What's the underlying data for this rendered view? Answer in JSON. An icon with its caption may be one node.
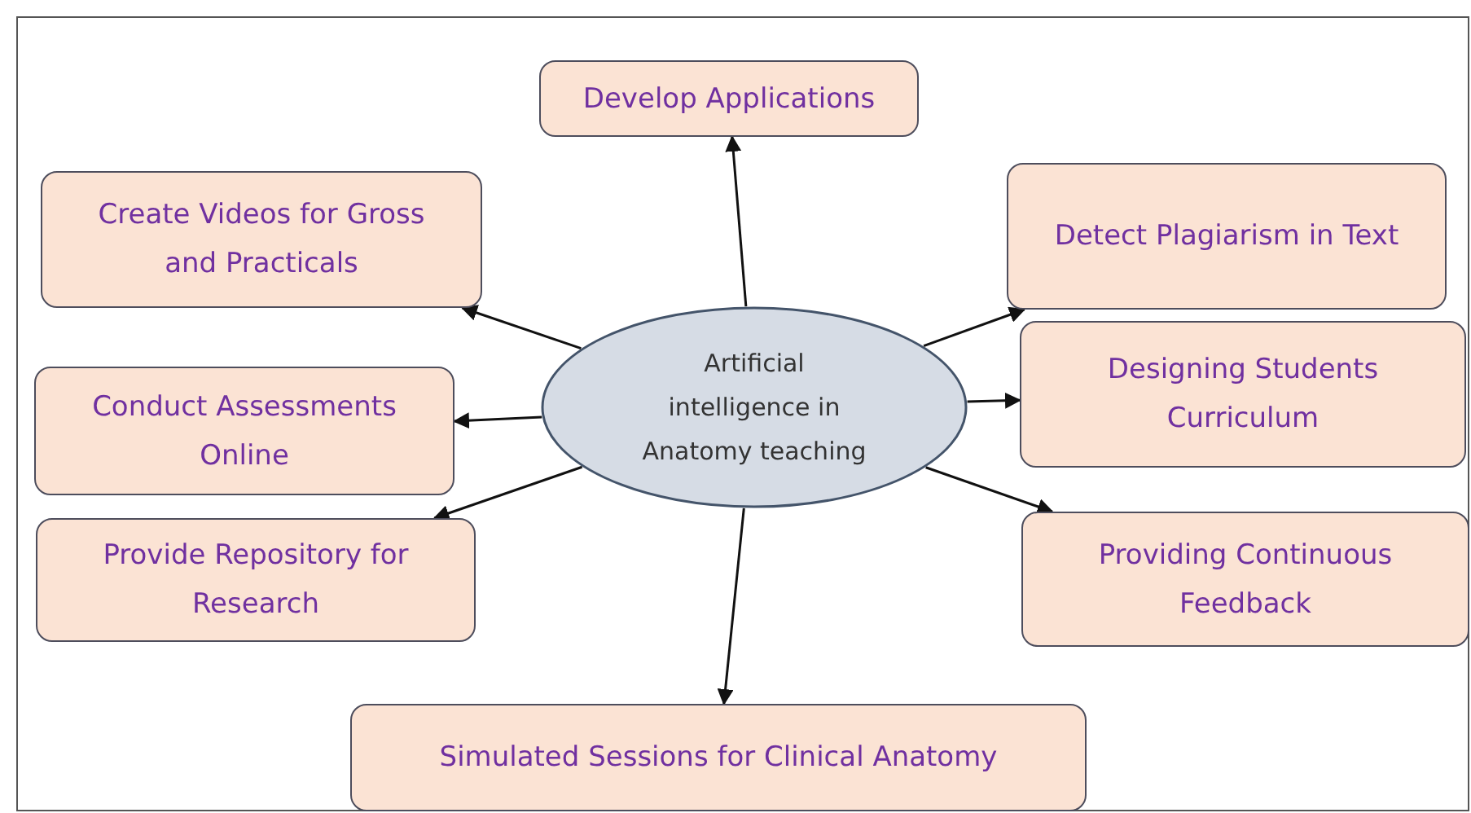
{
  "diagram": {
    "nodes": [
      {
        "text": [
          "Artificial intelligence in Anatomy teaching"
        ]
      },
      {
        "text": [
          "Develop Applications"
        ]
      },
      {
        "text": [
          "Create Videos for Gross and Practicals"
        ]
      },
      {
        "text": [
          "Detect Plagiarism in Text"
        ]
      },
      {
        "text": [
          "Conduct Assessments Online"
        ]
      },
      {
        "text": [
          "Designing Students Curriculum"
        ]
      },
      {
        "text": [
          "Provide Repository for Research"
        ]
      },
      {
        "text": [
          "Providing Continuous Feedback"
        ]
      },
      {
        "text": [
          "Simulated Sessions for Clinical Anatomy"
        ]
      }
    ],
    "edges": [
      {
        "from": 0,
        "to": 1,
        "arrow": "to"
      },
      {
        "from": 0,
        "to": 2,
        "arrow": "to"
      },
      {
        "from": 0,
        "to": 3,
        "arrow": "to"
      },
      {
        "from": 0,
        "to": 4,
        "arrow": "to"
      },
      {
        "from": 0,
        "to": 5,
        "arrow": "to"
      },
      {
        "from": 0,
        "to": 6,
        "arrow": "to"
      },
      {
        "from": 0,
        "to": 7,
        "arrow": "to"
      },
      {
        "from": 0,
        "to": 8,
        "arrow": "to"
      }
    ]
  }
}
